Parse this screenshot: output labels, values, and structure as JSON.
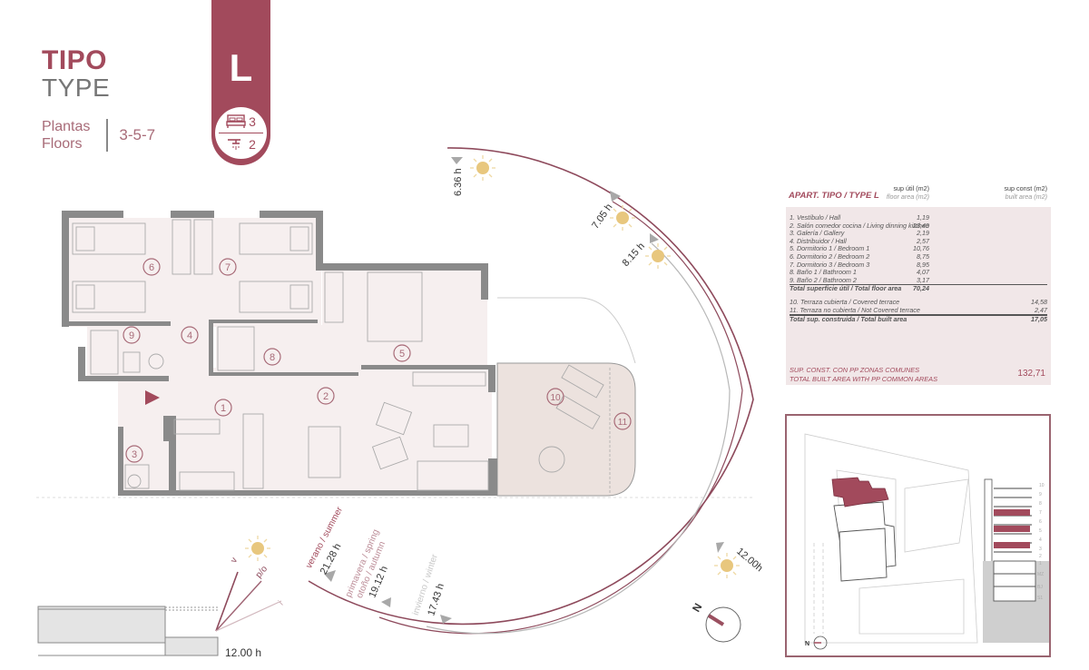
{
  "header": {
    "title_es": "TIPO",
    "title_en": "TYPE",
    "floors_label_es": "Plantas",
    "floors_label_en": "Floors",
    "floors_value": "3-5-7",
    "type_letter": "L",
    "bedrooms": "3",
    "bathrooms": "2"
  },
  "colors": {
    "accent": "#a24a5c",
    "sun": "#e8c77e",
    "wall": "#8a8a8a",
    "room_fill": "#f6efef",
    "terrace_fill": "#ece2de"
  },
  "floor_plan": {
    "rooms": [
      {
        "num": "1"
      },
      {
        "num": "2"
      },
      {
        "num": "3"
      },
      {
        "num": "4"
      },
      {
        "num": "5"
      },
      {
        "num": "6"
      },
      {
        "num": "7"
      },
      {
        "num": "8"
      },
      {
        "num": "9"
      },
      {
        "num": "10"
      },
      {
        "num": "11"
      }
    ]
  },
  "sun_path": {
    "times": {
      "t1": "6.36 h",
      "t2": "7.05 h",
      "t3": "8.15 h",
      "t4": "12.00h"
    },
    "seasons": {
      "summer_label": "verano / summer",
      "summer_time": "21.28 h",
      "spring_label": "primavera / spring",
      "autumn_label": "otoño / autumn",
      "spring_time": "19.12 h",
      "winter_label": "invierno / winter",
      "winter_time": "17.43 h"
    },
    "north_label": "N"
  },
  "section": {
    "noon_label": "12.00 h",
    "ray_v": "v",
    "ray_po": "p/o",
    "ray_i": "i"
  },
  "area_table": {
    "title": "APART. TIPO / TYPE L",
    "col1_header": "sup útil (m2)",
    "col1_sub": "floor area (m2)",
    "col2_header": "sup const (m2)",
    "col2_sub": "built area (m2)",
    "rows": [
      {
        "label": "1. Vestíbulo / Hall",
        "value": "1,19"
      },
      {
        "label": "2. Salón comedor cocina / Living dinning kitchen",
        "value": "28,49"
      },
      {
        "label": "3. Galería / Gallery",
        "value": "2,19"
      },
      {
        "label": "4. Distribuidor / Hall",
        "value": "2,57"
      },
      {
        "label": "5. Dormitorio 1 / Bedroom 1",
        "value": "10,76"
      },
      {
        "label": "6. Dormitorio 2 / Bedroom 2",
        "value": "8,75"
      },
      {
        "label": "7. Dormitorio 3 / Bedroom 3",
        "value": "8,95"
      },
      {
        "label": "8. Baño 1 / Bathroom 1",
        "value": "4,07"
      },
      {
        "label": "9. Baño 2 / Bathroom 2",
        "value": "3,17"
      }
    ],
    "total_floor_label": "Total superficie útil / Total floor area",
    "total_floor_value": "70,24",
    "terraces": [
      {
        "label": "10. Terraza cubierta / Covered terrace",
        "value": "14,58"
      },
      {
        "label": "11. Terraza no cubierta / Not Covered terrace",
        "value": "2,47"
      }
    ],
    "total_built_label": "Total sup. construida / Total built area",
    "total_built_value": "17,05",
    "common_label_es": "SUP. CONST. CON PP ZONAS COMUNES",
    "common_label_en": "TOTAL BUILT AREA WITH PP COMMON AREAS",
    "common_value": "132,71"
  },
  "site_plan": {
    "floor_levels": [
      "10",
      "9",
      "8",
      "7",
      "6",
      "5",
      "4",
      "3",
      "2",
      "1",
      "MZ",
      "BJ",
      "S1"
    ],
    "highlighted_floors": [
      "3",
      "5",
      "7"
    ],
    "north_label": "N"
  }
}
